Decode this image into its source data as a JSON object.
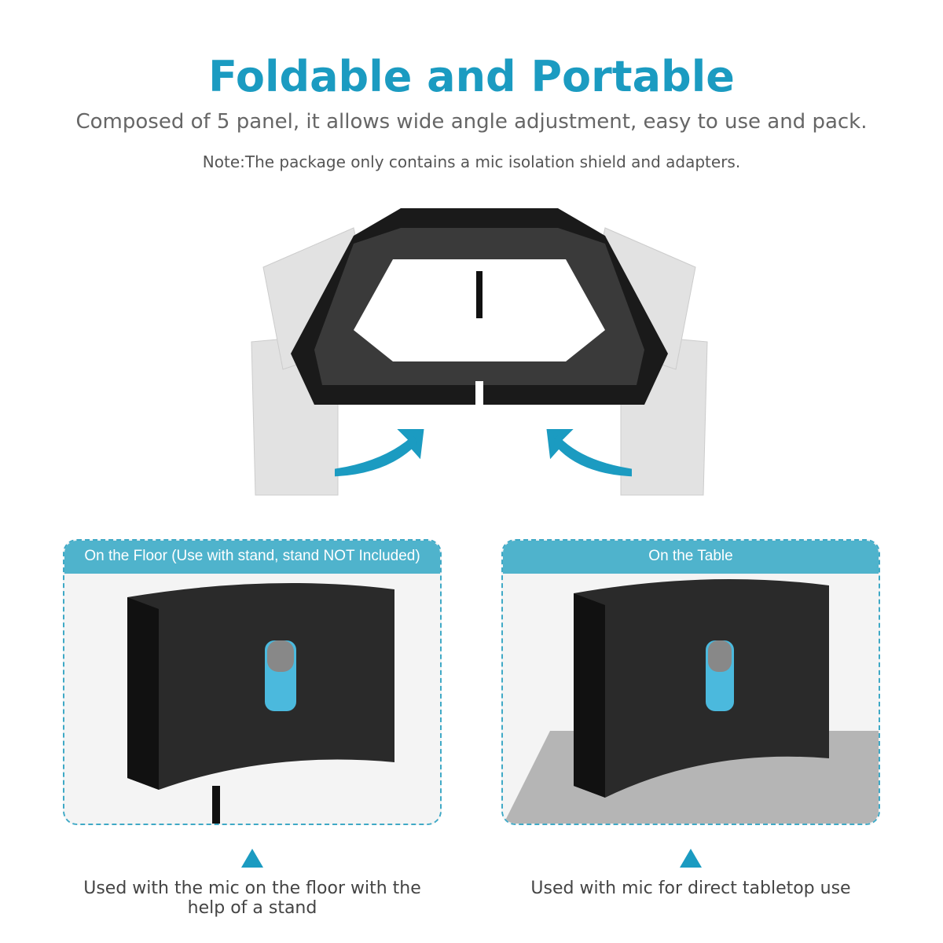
{
  "header": {
    "title": "Foldable and Portable",
    "subtitle": "Composed of 5 panel, it allows wide angle adjustment, easy to use and pack.",
    "note": "Note:The package only contains a mic isolation shield and adapters."
  },
  "panels": [
    {
      "tab": "On the Floor (Use with stand, stand NOT Included)",
      "caption": "Used with the mic on the floor with the help of a stand"
    },
    {
      "tab": "On the Table",
      "caption": "Used with mic for direct tabletop use"
    }
  ],
  "colors": {
    "accent": "#1b9bc1",
    "tab": "#4fb3cc"
  }
}
